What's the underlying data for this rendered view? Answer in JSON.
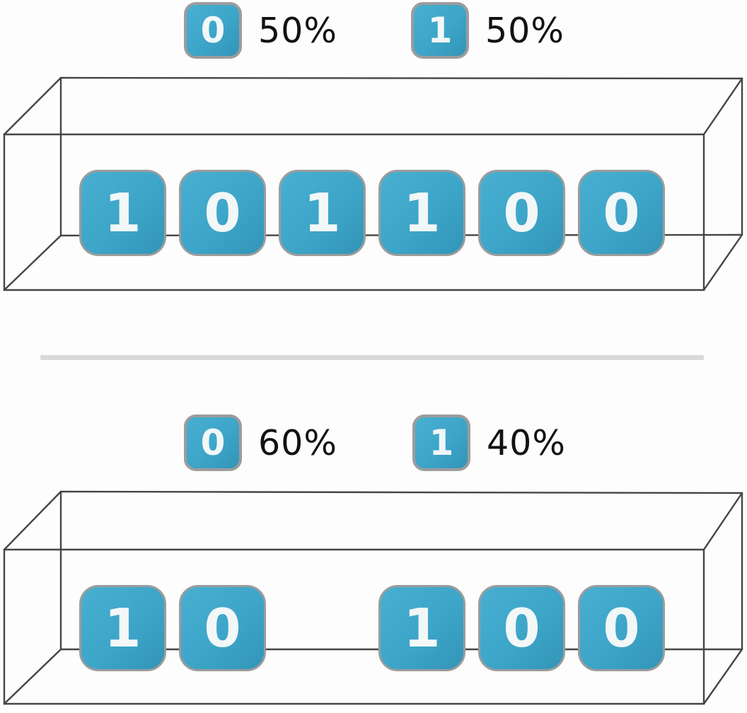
{
  "top_section": {
    "legend": [
      {
        "chip": "0",
        "percent": "50%"
      },
      {
        "chip": "1",
        "percent": "50%"
      }
    ],
    "bits": [
      "1",
      "0",
      "1",
      "1",
      "0",
      "0"
    ]
  },
  "bottom_section": {
    "legend": [
      {
        "chip": "0",
        "percent": "60%"
      },
      {
        "chip": "1",
        "percent": "40%"
      }
    ],
    "bits": [
      "1",
      "0",
      "1",
      "0",
      "0"
    ]
  },
  "colors": {
    "tile_fill": "#3da5c8",
    "tile_border": "#9c9c9c",
    "digit": "#f2f7f8",
    "wireframe_line": "#454545",
    "divider": "#d9d9d9",
    "legend_text": "#121212",
    "page_bg": "#fdfdfd"
  }
}
